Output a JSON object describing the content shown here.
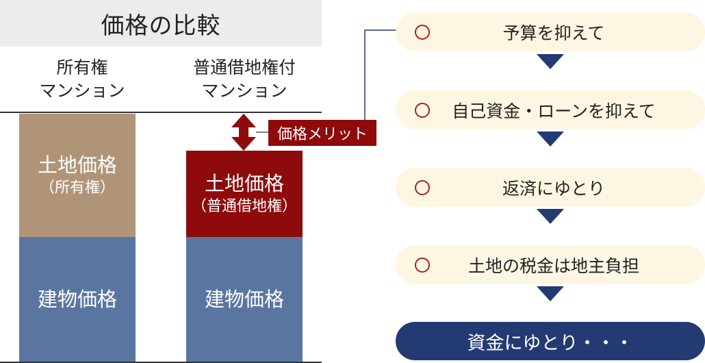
{
  "comparison": {
    "title": "価格の比較",
    "left_label_line1": "所有権",
    "left_label_line2": "マンション",
    "right_label_line1": "普通借地権付",
    "right_label_line2": "マンション",
    "left_land_main": "土地価格",
    "left_land_sub": "（所有権）",
    "left_building": "建物価格",
    "right_land_main": "土地価格",
    "right_land_sub": "（普通借地権）",
    "right_building": "建物価格",
    "merit_label": "価格メリット"
  },
  "flow": {
    "steps": [
      {
        "text": "予算を抑えて"
      },
      {
        "text": "自己資金・ローンを抑えて"
      },
      {
        "text": "返済にゆとり"
      },
      {
        "text": "土地の税金は地主負担"
      }
    ],
    "result": "資金にゆとり・・・"
  },
  "colors": {
    "land_ownership": "#b09478",
    "land_leasehold": "#8e0a0b",
    "building": "#5a76a0",
    "navy": "#243a73",
    "pill_bg": "#fdf6e2",
    "circle": "#b31d1d"
  }
}
